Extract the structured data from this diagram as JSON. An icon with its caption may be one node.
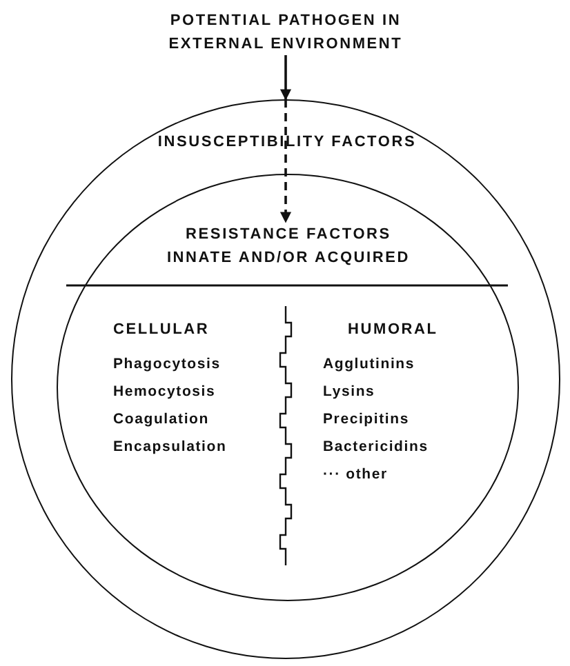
{
  "diagram": {
    "nodes": [
      {
        "text": [
          "POTENTIAL PATHOGEN IN EXTERNAL ENVIRONMENT"
        ]
      },
      {
        "text": [
          "INSUSCEPTIBILITY FACTORS"
        ]
      },
      {
        "text": [
          "RESISTANCE FACTORS INNATE AND/OR ACQUIRED",
          "CELLULAR",
          "Phagocytosis",
          "Hemocytosis",
          "Coagulation",
          "Encapsulation",
          "HUMORAL",
          "Agglutinins",
          "Lysins",
          "Precipitins",
          "Bactericidins",
          "··· other"
        ],
        "in": 1
      }
    ],
    "edges": [
      {
        "from": 0,
        "to": 1,
        "arrow": "to"
      },
      {
        "from": 1,
        "to": 2,
        "arrow": "to",
        "style": "dashed"
      }
    ]
  }
}
